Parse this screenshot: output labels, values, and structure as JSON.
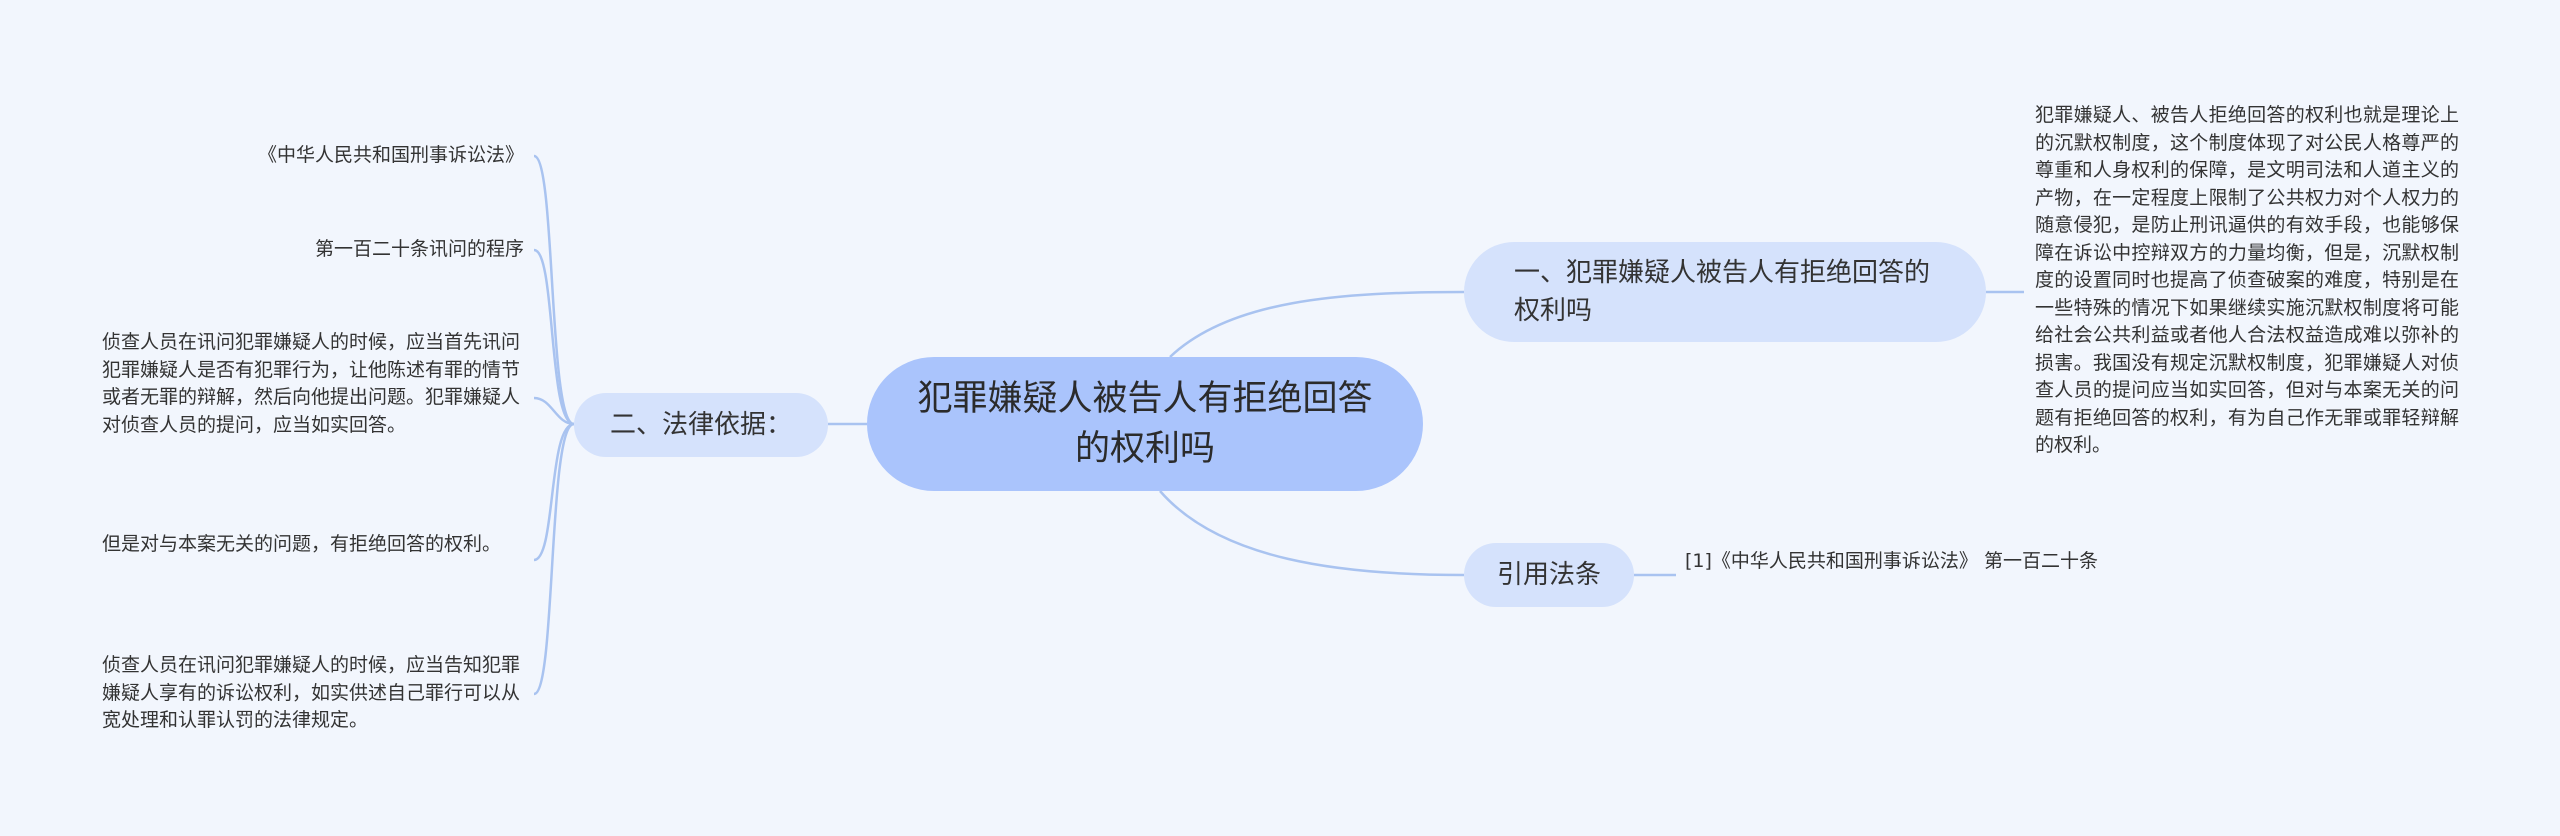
{
  "mindmap": {
    "root": {
      "label": "犯罪嫌疑人被告人有拒绝回答的权利吗"
    },
    "branches": {
      "right_top": {
        "label": "一、犯罪嫌疑人被告人有拒绝回答的权利吗",
        "leaf": "犯罪嫌疑人、被告人拒绝回答的权利也就是理论上的沉默权制度，这个制度体现了对公民人格尊严的尊重和人身权利的保障，是文明司法和人道主义的产物，在一定程度上限制了公共权力对个人权力的随意侵犯，是防止刑讯逼供的有效手段，也能够保障在诉讼中控辩双方的力量均衡，但是，沉默权制度的设置同时也提高了侦查破案的难度，特别是在一些特殊的情况下如果继续实施沉默权制度将可能给社会公共利益或者他人合法权益造成难以弥补的损害。我国没有规定沉默权制度，犯罪嫌疑人对侦查人员的提问应当如实回答，但对与本案无关的问题有拒绝回答的权利，有为自己作无罪或罪轻辩解的权利。"
      },
      "right_bottom": {
        "label": "引用法条",
        "leaf": "[1]《中华人民共和国刑事诉讼法》 第一百二十条"
      },
      "left": {
        "label": "二、法律依据：",
        "leaves": [
          "《中华人民共和国刑事诉讼法》",
          "第一百二十条讯问的程序",
          "侦查人员在讯问犯罪嫌疑人的时候，应当首先讯问犯罪嫌疑人是否有犯罪行为，让他陈述有罪的情节或者无罪的辩解，然后向他提出问题。犯罪嫌疑人对侦查人员的提问，应当如实回答。",
          "但是对与本案无关的问题，有拒绝回答的权利。",
          "侦查人员在讯问犯罪嫌疑人的时候，应当告知犯罪嫌疑人享有的诉讼权利，如实供述自己罪行可以从宽处理和认罪认罚的法律规定。"
        ]
      }
    },
    "colors": {
      "background": "#f2f6fd",
      "root_fill": "#aac4fc",
      "branch_fill": "#d5e2fc",
      "connector": "#a9c3f0"
    }
  }
}
